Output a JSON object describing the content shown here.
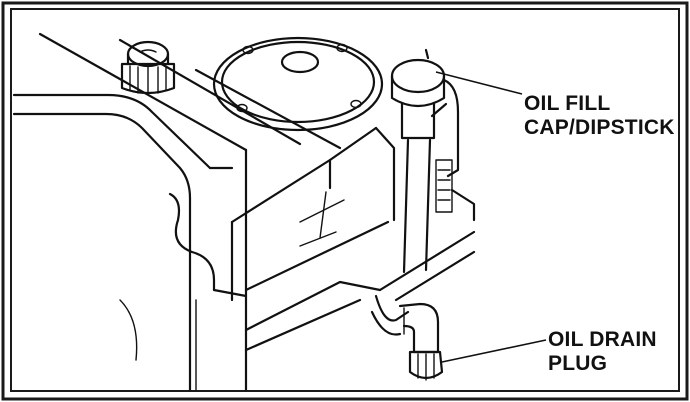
{
  "labels": {
    "oil_fill_line1": "OIL FILL",
    "oil_fill_line2": "CAP/DIPSTICK",
    "oil_drain_line1": "OIL DRAIN",
    "oil_drain_line2": "PLUG"
  }
}
